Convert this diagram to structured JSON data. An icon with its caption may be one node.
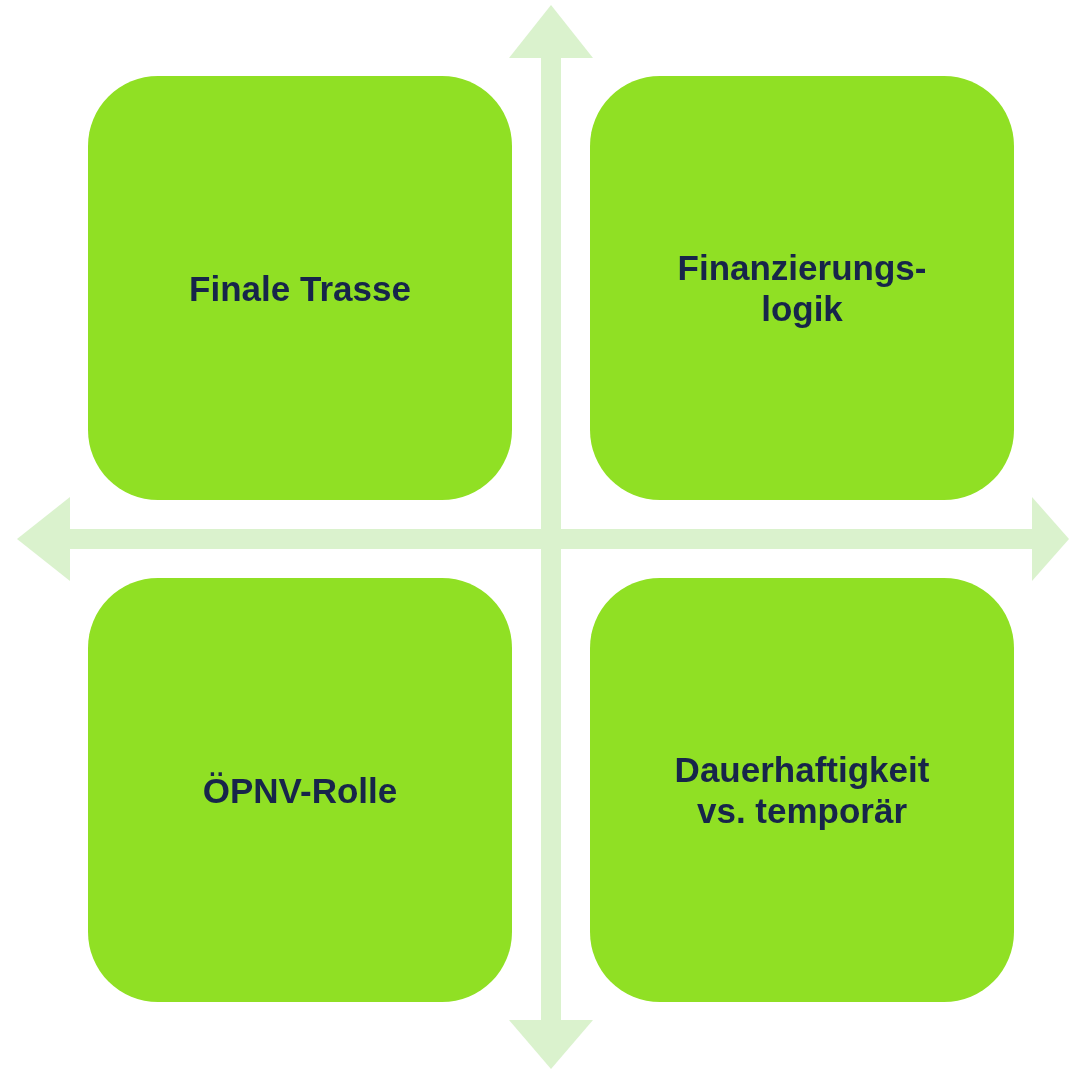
{
  "diagram": {
    "nodes": [
      {
        "text": [
          "Finale Trasse"
        ]
      },
      {
        "text": [
          "Finanzierungs- logik"
        ]
      },
      {
        "text": [
          "ÖPNV-Rolle"
        ]
      },
      {
        "text": [
          "Dauerhaftigkeit vs. temporär"
        ]
      }
    ]
  }
}
